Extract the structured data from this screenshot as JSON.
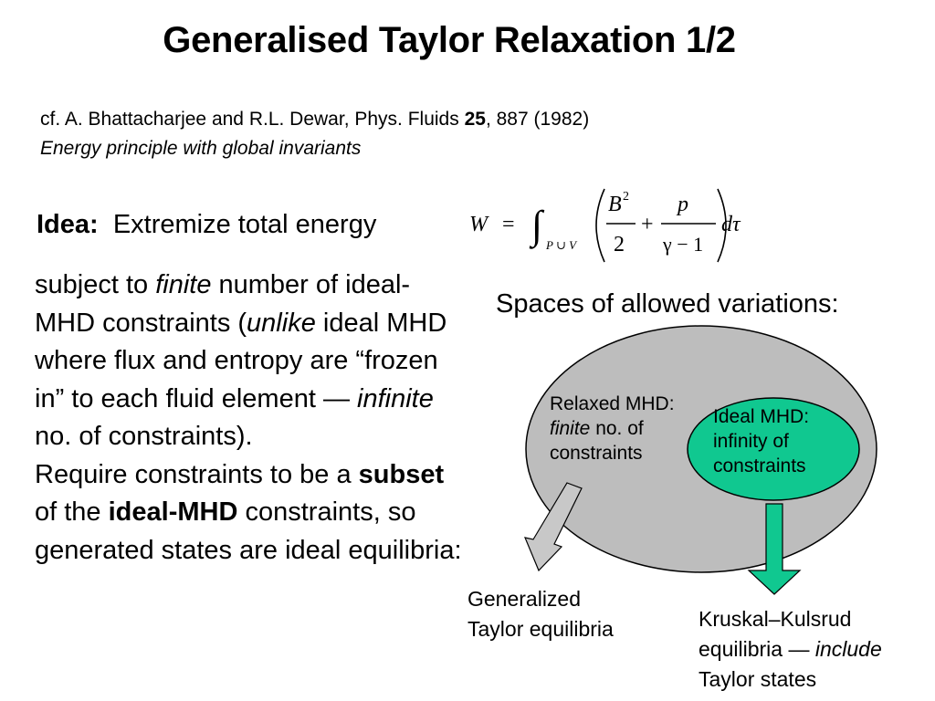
{
  "title": "Generalised Taylor Relaxation 1/2",
  "reference": {
    "citation_prefix": "cf. A. Bhattacharjee and R.L. Dewar, Phys. Fluids ",
    "volume": "25",
    "citation_suffix": ", 887 (1982)",
    "subtitle": "Energy principle with global invariants"
  },
  "idea": {
    "label": "Idea:",
    "text": "Extremize total energy"
  },
  "formula": {
    "lhs": "W",
    "equals": "=",
    "integral": "∫",
    "domain": "P ∪ V",
    "numerator1": "B",
    "exponent": "2",
    "denominator1": "2",
    "plus": "+",
    "numerator2": "p",
    "denominator2": "γ − 1",
    "differential": "dτ"
  },
  "body": {
    "p1": "subject to ",
    "p1_it": "finite",
    "p2": " number of ideal-MHD constraints (",
    "p2_it": "unlike",
    "p3": " ideal MHD where flux and entropy are “frozen in” to each fluid element — ",
    "p3_it": "infinite",
    "p4": " no. of constraints).",
    "p5": "Require constraints to be a ",
    "p5_b": "subset",
    "p6": " of the ",
    "p6_b": "ideal-MHD",
    "p7": " constraints, so generated states are ideal equilibria:"
  },
  "diagram": {
    "heading": "Spaces of allowed variations:",
    "outer_fill": "#bdbdbd",
    "inner_fill": "#10c890",
    "relaxed": {
      "line1": "Relaxed MHD:",
      "line2_it": "finite",
      "line2": " no. of",
      "line3": "constraints"
    },
    "ideal": {
      "line1": "Ideal MHD:",
      "line2": "infinity of",
      "line3": "constraints"
    },
    "generalized": {
      "line1": "Generalized",
      "line2": "Taylor equilibria"
    },
    "kk": {
      "line1": "Kruskal–Kulsrud",
      "line2": "equilibria — ",
      "line2_it": "include",
      "line3": "Taylor states"
    }
  }
}
